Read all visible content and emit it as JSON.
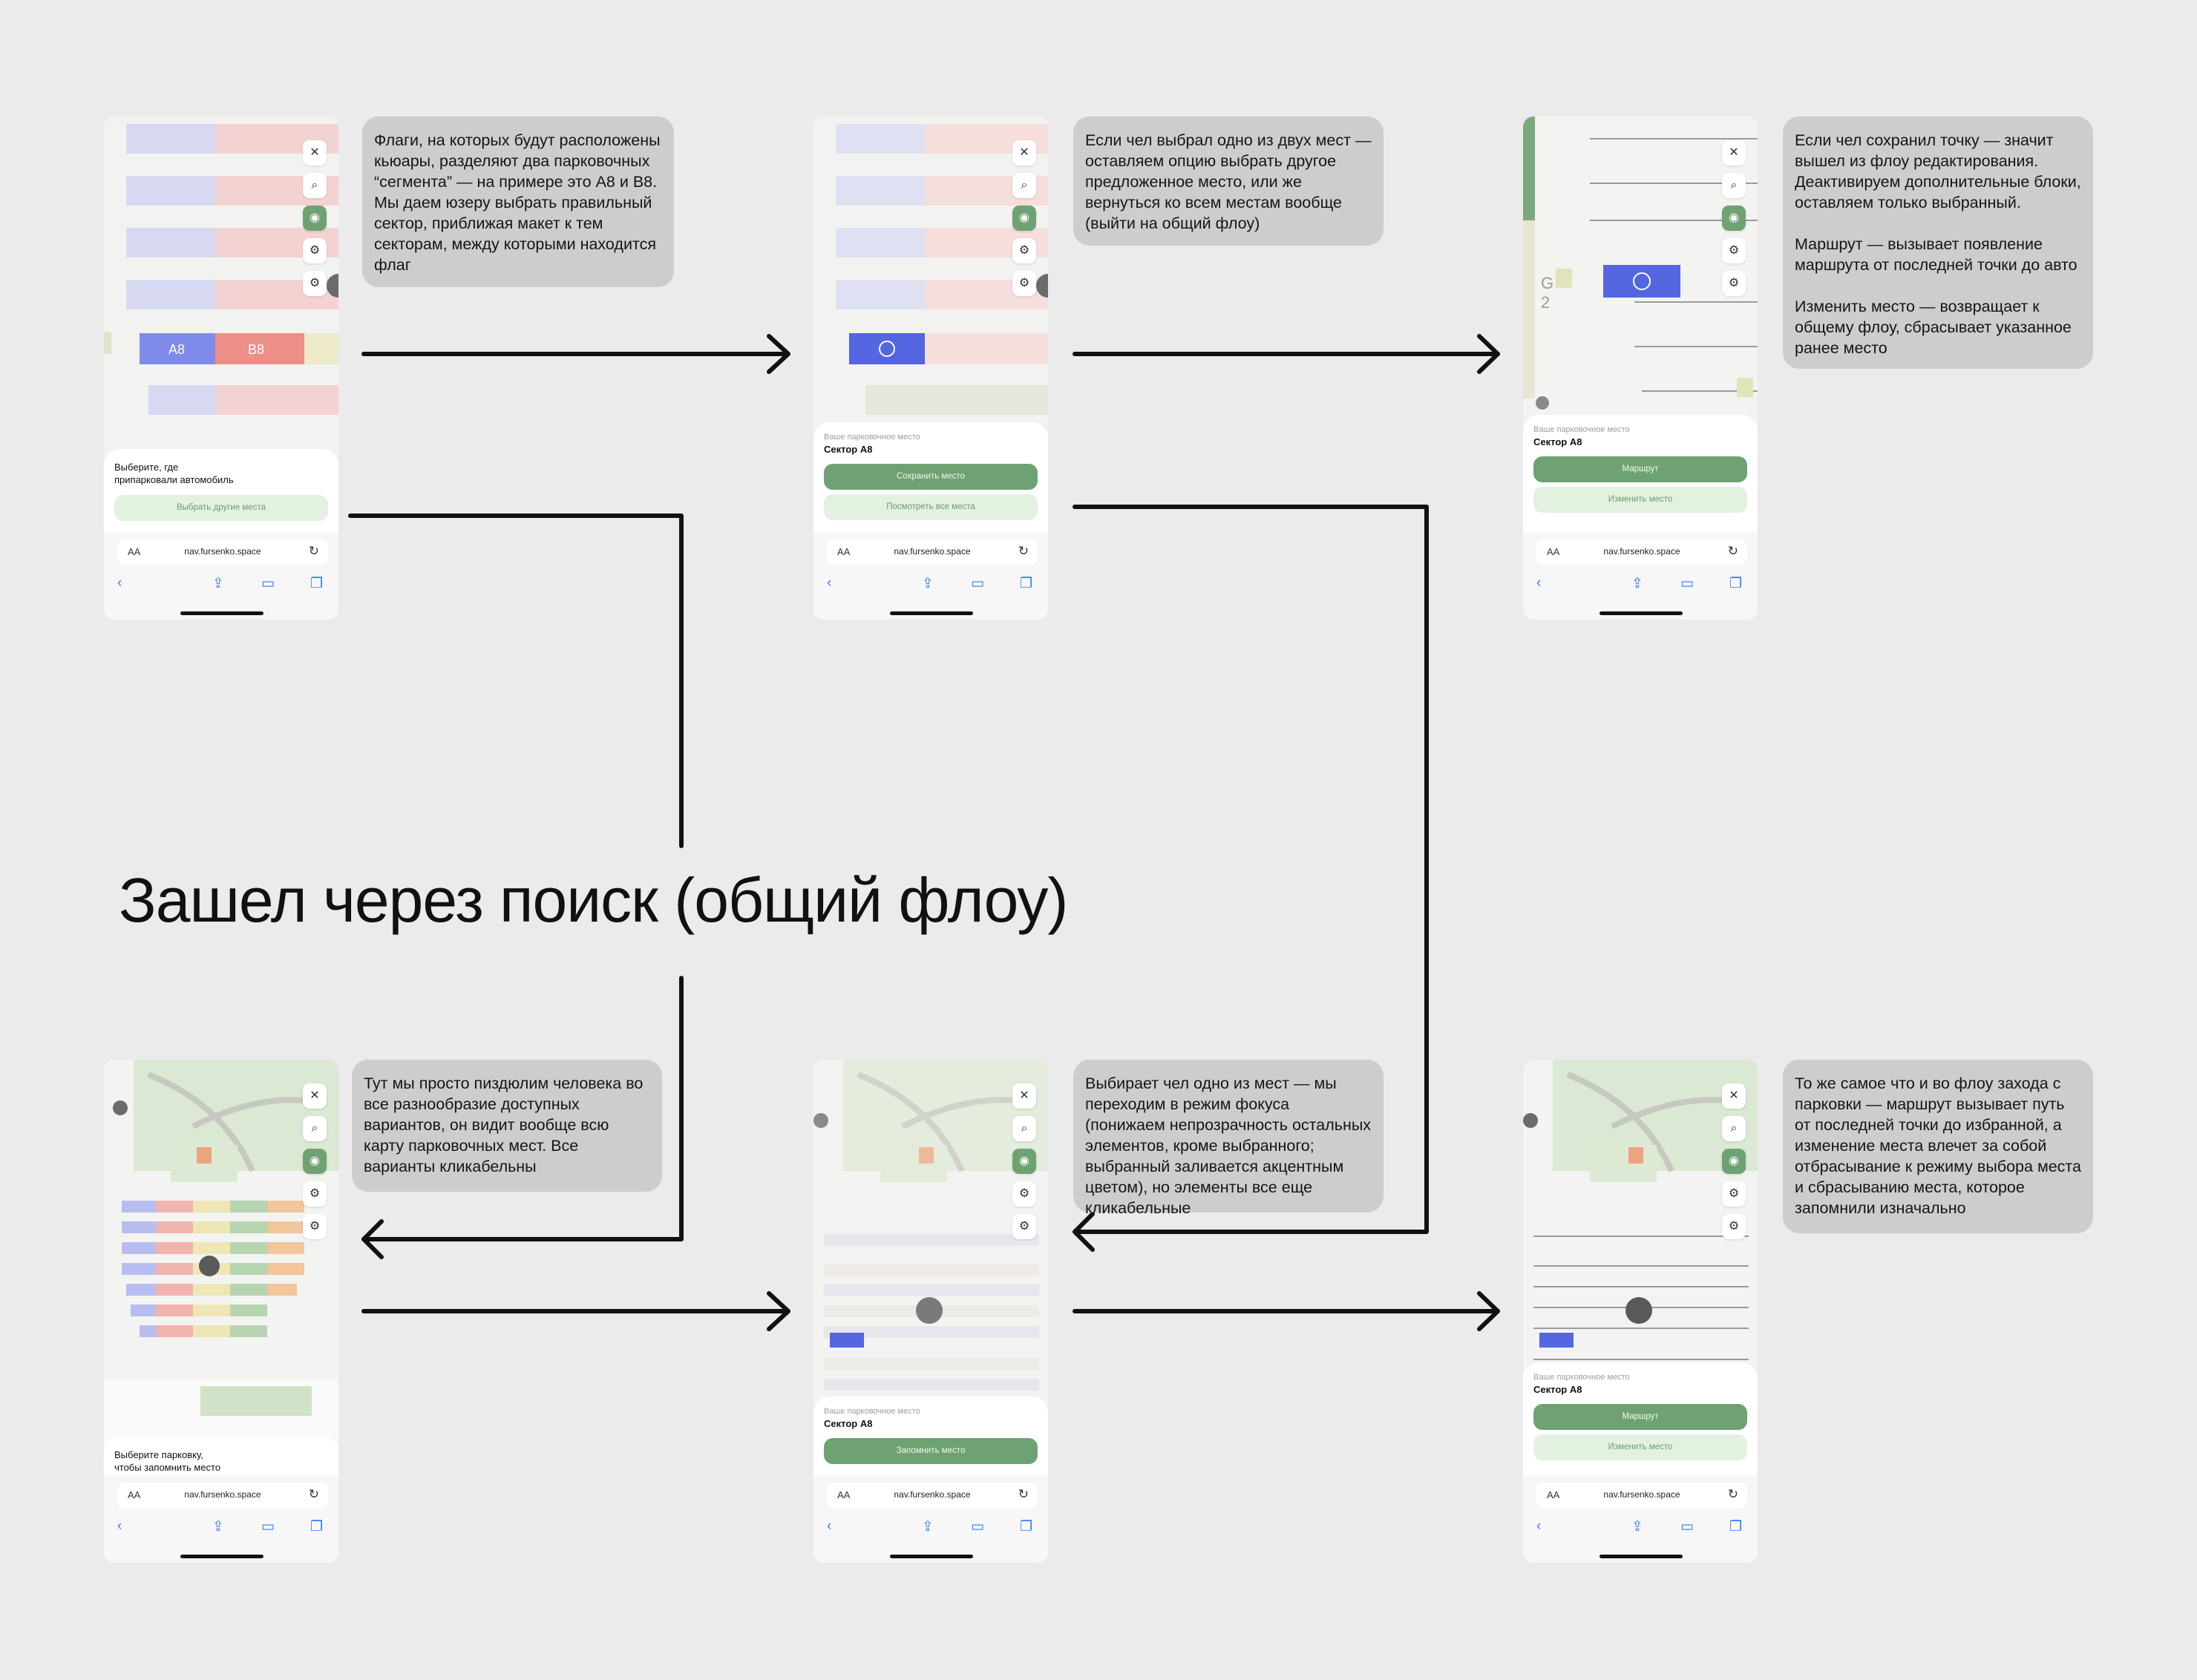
{
  "title": "Зашел через поиск (общий флоу)",
  "notes": {
    "flags": "Флаги, на которых будут расположены кьюары, разделяют два парковочных “сегмента” — на примере это А8 и В8. Мы даем юзеру выбрать правильный сектор, приближая макет к тем секторам, между которыми находится флаг",
    "choose_one": "Если чел выбрал одно из двух мест — оставляем опцию выбрать другое предложенное место, или же вернуться ко всем местам вообще (выйти на общий флоу)",
    "saved": "Если чел сохранил точку — значит вышел из флоу редактирования. Деактивируем дополнительные блоки, оставляем только выбранный.\n\nМаршрут — вызывает появление маршрута от последней точки до авто\n\nИзменить место — возвращает к общему флоу, сбрасывает указанное ранее место",
    "overview": "Тут мы просто пиздюлим человека во все разнообразие доступных вариантов, он видит вообще всю карту парковочных мест. Все варианты кликабельны",
    "focus": "Выбирает чел одно из мест — мы переходим в режим фокуса (понижаем непрозрачность остальных элементов, кроме выбранного; выбранный заливается акцентным цветом), но элементы все еще кликабельные",
    "same": "То же самое что и во флоу захода с парковки — маршрут вызывает путь от последней точки до избранной, а изменение места влечет за собой отбрасывание к режиму выбора места и сбрасыванию места, которое запомнили изначально"
  },
  "browser": {
    "aa": "AA",
    "url": "nav.fursenko.space"
  },
  "labels": {
    "sector_a": "A8",
    "sector_b": "B8"
  },
  "sheets": {
    "choose_where": {
      "prompt": "Выберите, где\nприпарковали автомобиль",
      "btn": "Выбрать другие места"
    },
    "sector": {
      "caption": "Ваше парковочное место",
      "name": "Сектор А8"
    },
    "save_btn": "Сохранить место",
    "view_all_btn": "Посмотреть все места",
    "route_btn": "Маршрут",
    "change_btn": "Изменить место",
    "choose_parking": {
      "prompt": "Выберите парковку,\nчтобы запомнить место"
    },
    "remember_btn": "Запомнить место"
  },
  "map_labels": {
    "g": "G",
    "two": "2"
  },
  "icons": {
    "close": "close-icon",
    "search": "search-icon",
    "locate": "locate-icon",
    "settings": "gear-icon",
    "back": "chevron-left-icon",
    "share": "share-icon",
    "bookmarks": "book-icon",
    "tabs": "tabs-icon",
    "reload": "reload-icon"
  },
  "colors": {
    "accent": "#6ea272",
    "selected": "#5466e0",
    "sector_a": "#b8bdf0",
    "sector_b": "#f0b3ae",
    "note_bg": "#cdcdcd"
  }
}
